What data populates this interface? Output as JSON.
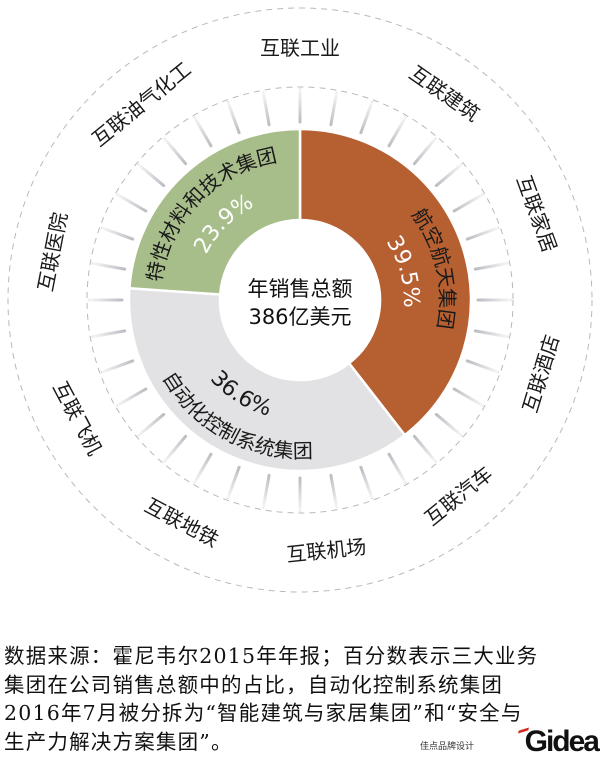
{
  "center": {
    "line1": "年销售总额",
    "line2": "386亿美元"
  },
  "chart_data": {
    "type": "pie",
    "variant": "donut",
    "total_label": "年销售总额 386亿美元",
    "segments": [
      {
        "name": "航空航天集团",
        "value": 39.5,
        "label": "39.5%",
        "color": "#b65f31"
      },
      {
        "name": "自动化控制系统集团",
        "value": 36.6,
        "label": "36.6%",
        "color": "#e2e2e4"
      },
      {
        "name": "特性材料和技术集团",
        "value": 23.9,
        "label": "23.9%",
        "color": "#a7bd8a"
      }
    ]
  },
  "outer_labels": [
    "互联工业",
    "互联建筑",
    "互联家居",
    "互联酒店",
    "互联汽车",
    "互联机场",
    "互联地铁",
    "互联飞机",
    "互联医院",
    "互联油气化工"
  ],
  "note": {
    "lines": [
      "数据来源：霍尼韦尔2015年年报；百分数表示三大业务",
      "集团在公司销售总额中的占比，自动化控制系统集团",
      "2016年7月被分拆为“智能建筑与家居集团”和“安全与",
      "生产力解决方案集团”。"
    ]
  },
  "logo": {
    "word": "Gidea",
    "sub": "佳点品牌设计"
  }
}
